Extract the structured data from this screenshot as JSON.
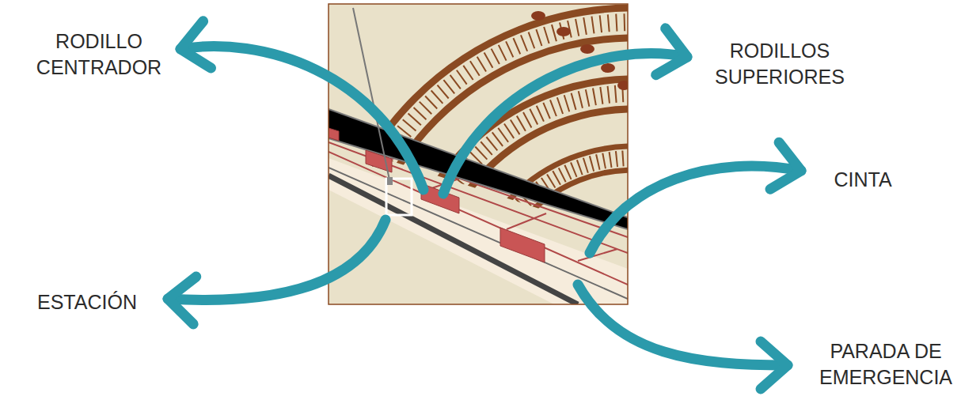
{
  "diagram": {
    "labels": [
      "RODILLO CENTRADOR",
      "RODILLOS SUPERIORES",
      "CINTA",
      "ESTACIÓN",
      "PARADA DE EMERGENCIA"
    ]
  }
}
